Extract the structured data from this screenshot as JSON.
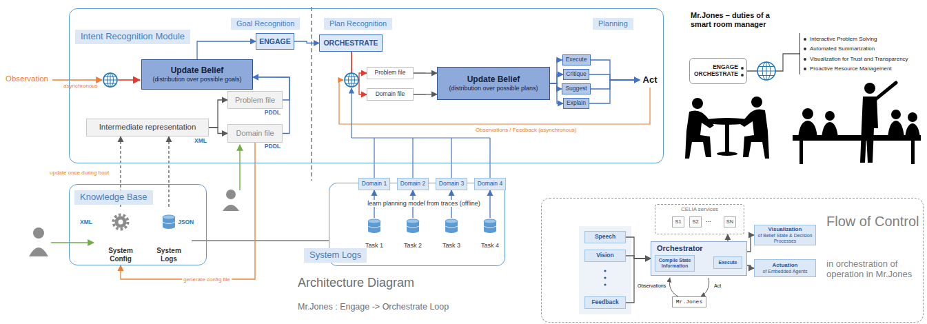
{
  "diagram": {
    "nodes": [
      {
        "text": [
          "Intent Recognition Module"
        ]
      },
      {
        "text": [
          "ENGAGE"
        ],
        "in": 0
      },
      {
        "text": [
          "ORCHESTRATE"
        ],
        "in": 0
      },
      {
        "text": [
          "Update Belief",
          "(distribution over possible goals)"
        ],
        "in": 0
      },
      {
        "text": [
          "Intermediate representation",
          "XML"
        ],
        "in": 0
      },
      {
        "text": [
          "Problem file",
          "PDDL"
        ],
        "in": 0
      },
      {
        "text": [
          "Domain file",
          "PDDL"
        ],
        "in": 0
      },
      {
        "text": [
          "Problem file"
        ],
        "in": 0
      },
      {
        "text": [
          "Domain file"
        ],
        "in": 0
      },
      {
        "text": [
          "Update Belief",
          "(distribution over possible plans)"
        ],
        "in": 0
      },
      {
        "text": [
          "Execute"
        ],
        "in": 0
      },
      {
        "text": [
          "Critique"
        ],
        "in": 0
      },
      {
        "text": [
          "Suggest"
        ],
        "in": 0
      },
      {
        "text": [
          "Explain"
        ],
        "in": 0
      },
      {
        "text": [
          "Act"
        ],
        "in": 0
      },
      {
        "text": [
          "Knowledge Base"
        ]
      },
      {
        "text": [
          "XML",
          "System Config"
        ],
        "in": 15
      },
      {
        "text": [
          "JSON",
          "System Logs"
        ],
        "in": 15
      },
      {
        "text": [
          "System Logs"
        ]
      },
      {
        "text": [
          "Domain 1"
        ],
        "in": 18
      },
      {
        "text": [
          "Domain 2"
        ],
        "in": 18
      },
      {
        "text": [
          "Domain 3"
        ],
        "in": 18
      },
      {
        "text": [
          "Domain 4"
        ],
        "in": 18
      },
      {
        "text": [
          "Task 1"
        ],
        "in": 18
      },
      {
        "text": [
          "Task 2"
        ],
        "in": 18
      },
      {
        "text": [
          "Task 3"
        ],
        "in": 18
      },
      {
        "text": [
          "Task 4"
        ],
        "in": 18
      },
      {
        "text": [
          "ENGAGE",
          "ORCHESTRATE"
        ]
      },
      {
        "text": [
          "Interactive Problem Solving",
          "Automated Summarization",
          "Visualization for Trust and Transparency",
          "Proactive Resource Management"
        ]
      },
      {
        "text": [
          "Flow of Control",
          "in orchestration of operation in Mr.Jones"
        ]
      },
      {
        "text": [
          "Speech"
        ],
        "in": 29
      },
      {
        "text": [
          "Vision"
        ],
        "in": 29
      },
      {
        "text": [
          "Feedback"
        ],
        "in": 29
      },
      {
        "text": [
          "CELIA services"
        ],
        "in": 29
      },
      {
        "text": [
          "S1"
        ],
        "in": 33
      },
      {
        "text": [
          "S2"
        ],
        "in": 33
      },
      {
        "text": [
          "SN"
        ],
        "in": 33
      },
      {
        "text": [
          "Orchestrator"
        ],
        "in": 29
      },
      {
        "text": [
          "Compile State Information"
        ],
        "in": 37
      },
      {
        "text": [
          "Execute"
        ],
        "in": 37
      },
      {
        "text": [
          "Mr.Jones"
        ],
        "in": 29
      },
      {
        "text": [
          "Visualization",
          "of Belief State & Decision Processes"
        ],
        "in": 29
      },
      {
        "text": [
          "Actuation",
          "of Embedded Agents"
        ],
        "in": 29
      }
    ],
    "edges": [
      {
        "from": 3,
        "to": 1,
        "arrow": "to"
      },
      {
        "from": 1,
        "to": 2,
        "arrow": "to"
      },
      {
        "from": 2,
        "to": 7,
        "arrow": "to"
      },
      {
        "from": 2,
        "to": 8,
        "arrow": "to"
      },
      {
        "from": 7,
        "to": 9,
        "arrow": "to"
      },
      {
        "from": 8,
        "to": 9,
        "arrow": "to"
      },
      {
        "from": 9,
        "to": 10,
        "arrow": "to"
      },
      {
        "from": 9,
        "to": 11,
        "arrow": "to"
      },
      {
        "from": 9,
        "to": 12,
        "arrow": "to"
      },
      {
        "from": 9,
        "to": 13,
        "arrow": "to"
      },
      {
        "from": 10,
        "to": 14,
        "arrow": "to"
      },
      {
        "from": 11,
        "to": 14,
        "arrow": "to"
      },
      {
        "from": 12,
        "to": 14,
        "arrow": "to"
      },
      {
        "from": 13,
        "to": 14,
        "arrow": "to"
      },
      {
        "from": 4,
        "to": 5,
        "arrow": "to"
      },
      {
        "from": 4,
        "to": 6,
        "arrow": "to"
      },
      {
        "from": 5,
        "to": 3,
        "arrow": "to"
      },
      {
        "from": 6,
        "to": 3,
        "arrow": "to"
      },
      {
        "from": 16,
        "to": 4,
        "arrow": "to"
      },
      {
        "from": 17,
        "to": 4,
        "arrow": "to"
      },
      {
        "from": 17,
        "to": 18,
        "arrow": "none"
      },
      {
        "from": 6,
        "to": 15,
        "arrow": "to",
        "label": "generate config file"
      },
      {
        "from": 23,
        "to": 19,
        "arrow": "to"
      },
      {
        "from": 24,
        "to": 20,
        "arrow": "to"
      },
      {
        "from": 25,
        "to": 21,
        "arrow": "to"
      },
      {
        "from": 26,
        "to": 22,
        "arrow": "to"
      },
      {
        "from": 27,
        "to": 28,
        "arrow": "none"
      },
      {
        "from": 30,
        "to": 37,
        "arrow": "to"
      },
      {
        "from": 31,
        "to": 37,
        "arrow": "to"
      },
      {
        "from": 32,
        "to": 37,
        "arrow": "to"
      },
      {
        "from": 37,
        "to": 41,
        "arrow": "to"
      },
      {
        "from": 37,
        "to": 42,
        "arrow": "to"
      },
      {
        "from": 38,
        "to": 39,
        "arrow": "to"
      },
      {
        "from": 39,
        "to": 33,
        "arrow": "to"
      }
    ],
    "labels": [
      "Goal Recognition",
      "Plan Recognition",
      "Planning",
      "Observation",
      "asynchronous",
      "Observations / Feedback (asynchronous)",
      "update once during boot",
      "learn planning model from traces (offline)",
      "Mr.Jones – duties of a smart room manager",
      "...",
      "Observations",
      "Act",
      "Architecture Diagram",
      "Mr.Jones : Engage -> Orchestrate Loop"
    ]
  }
}
